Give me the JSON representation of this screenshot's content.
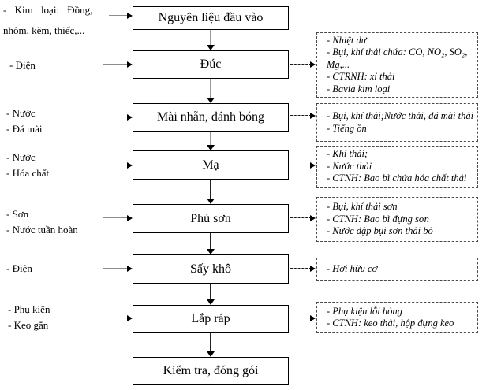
{
  "flowchart": {
    "steps": [
      "Nguyên liệu đầu vào",
      "Đúc",
      "Mài nhẵn, đánh bóng",
      "Mạ",
      "Phủ sơn",
      "Sấy khô",
      "Lắp ráp",
      "Kiểm tra, đóng gói"
    ],
    "inputs": [
      {
        "lines": [
          "- Kim loại: Đồng,",
          "nhôm, kẽm, thiếc,..."
        ]
      },
      {
        "lines": [
          "- Điện"
        ]
      },
      {
        "lines": [
          "- Nước",
          "- Đá mài"
        ]
      },
      {
        "lines": [
          "- Nước",
          "- Hóa chất"
        ]
      },
      {
        "lines": [
          "- Sơn",
          "- Nước tuần hoàn"
        ]
      },
      {
        "lines": [
          "- Điện"
        ]
      },
      {
        "lines": [
          "- Phụ kiện",
          "- Keo gắn"
        ]
      }
    ],
    "outputs": [
      {
        "lines": [
          "- Nhiệt dư",
          "- Bụi, khí thải chứa: CO, NO₂, SO₂,",
          "Mg,...",
          "- CTRNH: xỉ thải",
          "- Bavia kim loại"
        ]
      },
      {
        "lines": [
          "- Bụi, khí thải;Nước thải, đá mài thải",
          "- Tiếng ồn"
        ]
      },
      {
        "lines": [
          "- Khí thải;",
          "- Nước thải",
          "- CTNH: Bao bì chứa hóa chất thải"
        ]
      },
      {
        "lines": [
          "- Bụi, khí thải sơn",
          "- CTNH: Bao bì đựng sơn",
          "- Nước dập bụi sơn thải bỏ"
        ]
      },
      {
        "lines": [
          "- Hơi hữu cơ"
        ]
      },
      {
        "lines": [
          "- Phụ kiện lỗi hỏng",
          "- CTNH: keo thải, hộp đựng keo"
        ]
      }
    ],
    "colors": {
      "line_gray": "#8c8c8c",
      "line_black": "#1a1a1a",
      "border_black": "#000000"
    }
  }
}
